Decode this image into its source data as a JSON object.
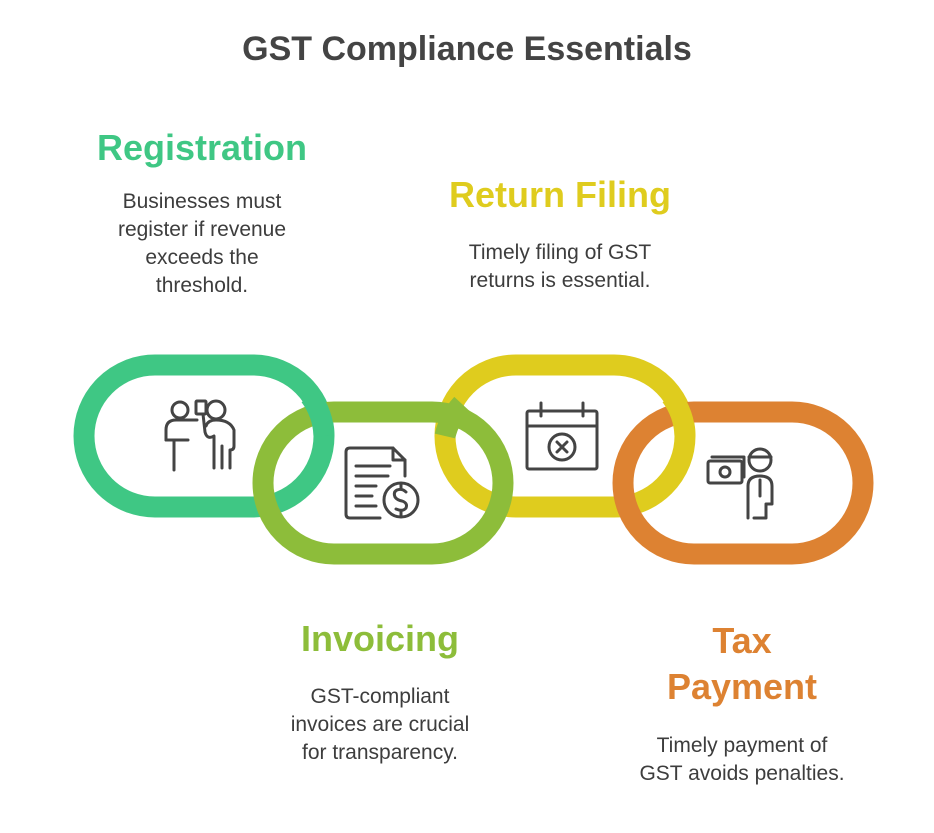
{
  "title": "GST Compliance Essentials",
  "colors": {
    "registration": "#3fc784",
    "invoicing": "#8dbd3a",
    "return_filing": "#dfcc1e",
    "tax_payment": "#dd8232",
    "icon": "#444444",
    "title": "#444444",
    "text": "#3d3d3d"
  },
  "steps": [
    {
      "heading": "Registration",
      "description": [
        "Businesses must",
        "register if revenue",
        "exceeds the",
        "threshold."
      ],
      "icon": "presenter-icon",
      "color": "#3fc784"
    },
    {
      "heading": "Invoicing",
      "description": [
        "GST-compliant",
        "invoices are crucial",
        "for transparency."
      ],
      "icon": "invoice-dollar-icon",
      "color": "#8dbd3a"
    },
    {
      "heading": "Return Filing",
      "description": [
        "Timely filing of GST",
        "returns is essential."
      ],
      "icon": "calendar-x-icon",
      "color": "#dfcc1e"
    },
    {
      "heading": [
        "Tax",
        "Payment"
      ],
      "description": [
        "Timely payment of",
        "GST avoids penalties."
      ],
      "icon": "person-cash-icon",
      "color": "#dd8232"
    }
  ]
}
